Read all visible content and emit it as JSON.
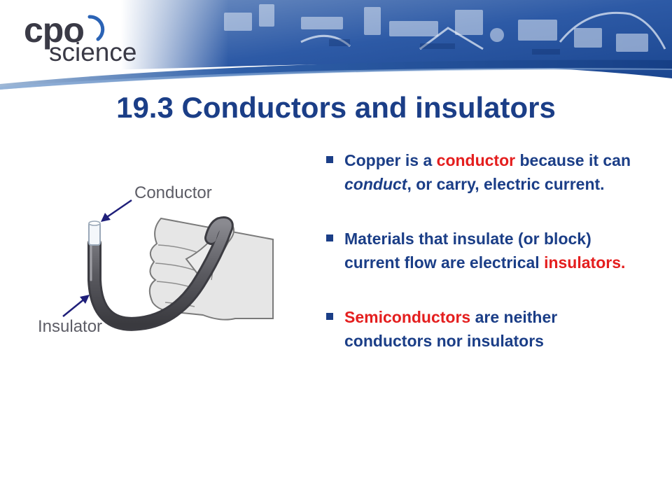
{
  "brand": {
    "logo_top": "cpo",
    "logo_bottom": "science"
  },
  "slide": {
    "title": "19.3 Conductors and insulators"
  },
  "illustration": {
    "label_conductor": "Conductor",
    "label_insulator": "Insulator"
  },
  "bullets": [
    {
      "parts": [
        {
          "text": "Copper is a ",
          "style": "normal"
        },
        {
          "text": "conductor",
          "style": "highlight"
        },
        {
          "text": " because it can ",
          "style": "normal"
        },
        {
          "text": "conduct",
          "style": "italic"
        },
        {
          "text": ", or carry, electric current.",
          "style": "normal"
        }
      ]
    },
    {
      "parts": [
        {
          "text": "Materials that insulate (or block) current flow are electrical ",
          "style": "normal"
        },
        {
          "text": "insulators.",
          "style": "highlight"
        }
      ]
    },
    {
      "parts": [
        {
          "text": "Semiconductors",
          "style": "highlight"
        },
        {
          "text": " are neither conductors nor insulators",
          "style": "normal"
        }
      ]
    }
  ],
  "colors": {
    "title": "#1b3e87",
    "body_text": "#1b3e87",
    "highlight": "#e41e1e",
    "banner_blue": "#1a4f9c",
    "label_gray": "#5d5d66"
  },
  "icons": {
    "bullet": "square-bullet-icon",
    "arrow": "arrow-icon"
  }
}
